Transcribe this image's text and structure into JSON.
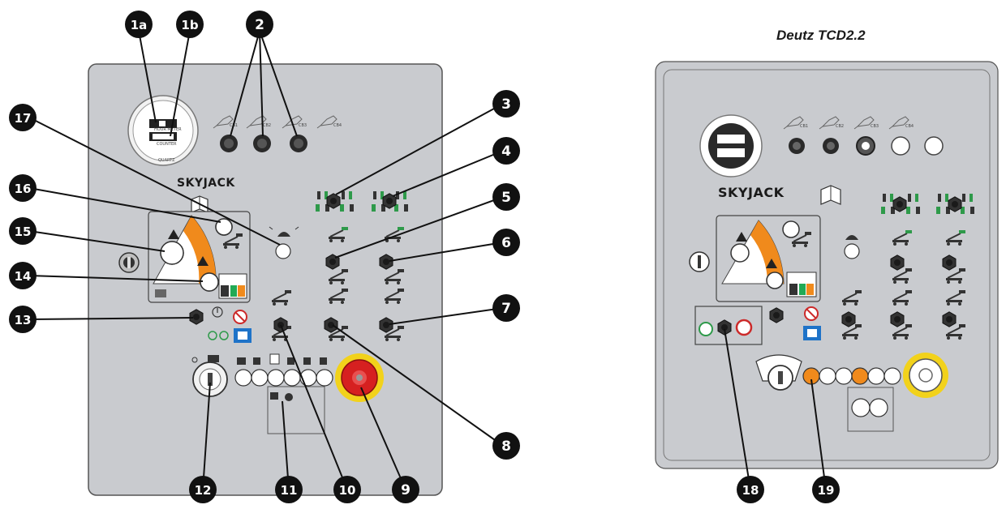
{
  "right_panel": {
    "title": "Deutz TCD2.2"
  },
  "brand": {
    "name": "SKYJACK"
  },
  "hour_meter": {
    "line1": "HOUR METER",
    "line2": "COUNTER",
    "line3": "QUARTZ"
  },
  "fuse_labels": [
    "CB1",
    "CB2",
    "CB3",
    "CB4"
  ],
  "callouts": [
    {
      "id": "1a",
      "label": "1a"
    },
    {
      "id": "1b",
      "label": "1b"
    },
    {
      "id": "2",
      "label": "2"
    },
    {
      "id": "3",
      "label": "3"
    },
    {
      "id": "4",
      "label": "4"
    },
    {
      "id": "5",
      "label": "5"
    },
    {
      "id": "6",
      "label": "6"
    },
    {
      "id": "7",
      "label": "7"
    },
    {
      "id": "8",
      "label": "8"
    },
    {
      "id": "9",
      "label": "9"
    },
    {
      "id": "10",
      "label": "10"
    },
    {
      "id": "11",
      "label": "11"
    },
    {
      "id": "12",
      "label": "12"
    },
    {
      "id": "13",
      "label": "13"
    },
    {
      "id": "14",
      "label": "14"
    },
    {
      "id": "15",
      "label": "15"
    },
    {
      "id": "16",
      "label": "16"
    },
    {
      "id": "17",
      "label": "17"
    },
    {
      "id": "18",
      "label": "18"
    },
    {
      "id": "19",
      "label": "19"
    }
  ],
  "colors": {
    "panel_fill": "#c9cbcf",
    "panel_stroke": "#555555",
    "callout_fill": "#111111",
    "estop_red": "#d62020",
    "estop_yellow": "#f2d21b",
    "accent_orange": "#f08a1c",
    "symbol_green": "#2e9a4a",
    "symbol_blue": "#1e73c8",
    "prohibit_red": "#cc2a2a"
  }
}
